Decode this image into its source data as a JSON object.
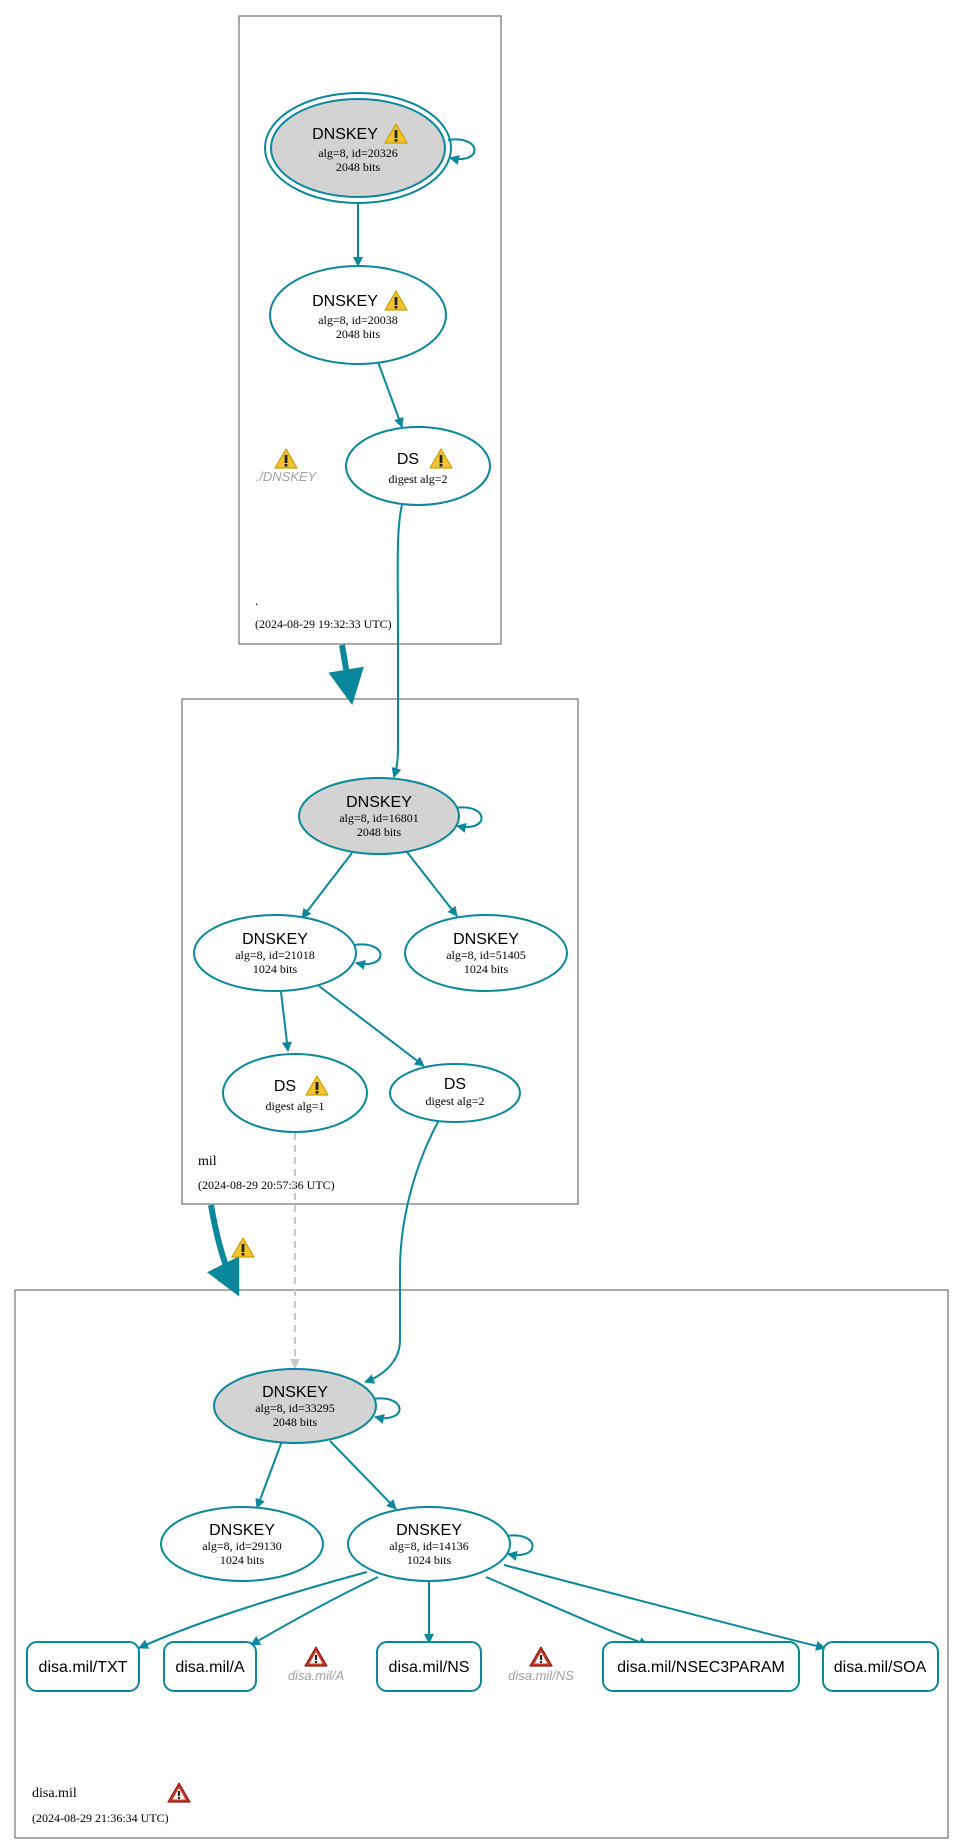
{
  "colors": {
    "edge": "#0a879a",
    "warning_fill": "#f4c430",
    "error_fill": "#c0392b",
    "ksk_fill": "#d3d3d3",
    "faded_text": "#a0a0a0",
    "box_border": "#555555",
    "dashed_edge": "#c8c8c8"
  },
  "zones": {
    "root": {
      "name": ".",
      "timestamp": "(2024-08-29 19:32:33 UTC)"
    },
    "mil": {
      "name": "mil",
      "timestamp": "(2024-08-29 20:57:36 UTC)"
    },
    "disa": {
      "name": "disa.mil",
      "timestamp": "(2024-08-29 21:36:34 UTC)"
    }
  },
  "nodes": {
    "root_ksk": {
      "title": "DNSKEY",
      "line1": "alg=8, id=20326",
      "line2": "2048 bits"
    },
    "root_zsk": {
      "title": "DNSKEY",
      "line1": "alg=8, id=20038",
      "line2": "2048 bits"
    },
    "root_ds": {
      "title": "DS",
      "line1": "digest alg=2"
    },
    "root_dnskey_missing": {
      "label": "./DNSKEY"
    },
    "mil_ksk": {
      "title": "DNSKEY",
      "line1": "alg=8, id=16801",
      "line2": "2048 bits"
    },
    "mil_zsk_21018": {
      "title": "DNSKEY",
      "line1": "alg=8, id=21018",
      "line2": "1024 bits"
    },
    "mil_zsk_51405": {
      "title": "DNSKEY",
      "line1": "alg=8, id=51405",
      "line2": "1024 bits"
    },
    "mil_ds1": {
      "title": "DS",
      "line1": "digest alg=1"
    },
    "mil_ds2": {
      "title": "DS",
      "line1": "digest alg=2"
    },
    "disa_ksk": {
      "title": "DNSKEY",
      "line1": "alg=8, id=33295",
      "line2": "2048 bits"
    },
    "disa_zsk_29130": {
      "title": "DNSKEY",
      "line1": "alg=8, id=29130",
      "line2": "1024 bits"
    },
    "disa_zsk_14136": {
      "title": "DNSKEY",
      "line1": "alg=8, id=14136",
      "line2": "1024 bits"
    },
    "rr_txt": {
      "label": "disa.mil/TXT"
    },
    "rr_a": {
      "label": "disa.mil/A"
    },
    "rr_a_missing": {
      "label": "disa.mil/A"
    },
    "rr_ns": {
      "label": "disa.mil/NS"
    },
    "rr_ns_missing": {
      "label": "disa.mil/NS"
    },
    "rr_nsec3param": {
      "label": "disa.mil/NSEC3PARAM"
    },
    "rr_soa": {
      "label": "disa.mil/SOA"
    }
  }
}
